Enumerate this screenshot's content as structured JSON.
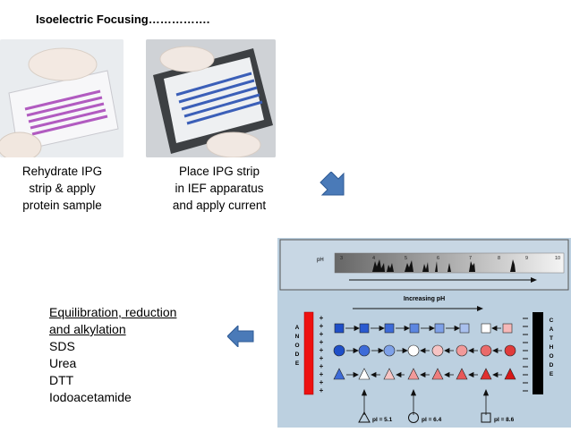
{
  "title": "Isoelectric Focusing…………….",
  "captions": {
    "rehydrate": [
      "Rehydrate IPG",
      "strip & apply",
      "protein sample"
    ],
    "place": [
      "Place IPG strip",
      "in IEF apparatus",
      "and apply current"
    ]
  },
  "steps": {
    "heading": [
      "Equilibration, reduction",
      "and alkylation"
    ],
    "items": [
      "SDS",
      "Urea",
      "DTT",
      "Iodoacetamide"
    ]
  },
  "ief": {
    "ph_label": "pH",
    "ph_ticks": [
      "3",
      "4",
      "5",
      "6",
      "7",
      "8",
      "9",
      "10"
    ],
    "increasing_ph": "Increasing pH",
    "anode": [
      "A",
      "N",
      "O",
      "D",
      "E"
    ],
    "cathode": [
      "C",
      "A",
      "T",
      "H",
      "O",
      "D",
      "E"
    ],
    "legend": [
      {
        "shape": "triangle",
        "label": "pI = 5.1"
      },
      {
        "shape": "circle",
        "label": "pI = 6.4"
      },
      {
        "shape": "square",
        "label": "pI = 8.6"
      }
    ]
  },
  "colors": {
    "panel_bg": "#bcd0e0",
    "anode": "#ee1111",
    "cathode": "#000000",
    "arrow": "#4a7ab8"
  }
}
